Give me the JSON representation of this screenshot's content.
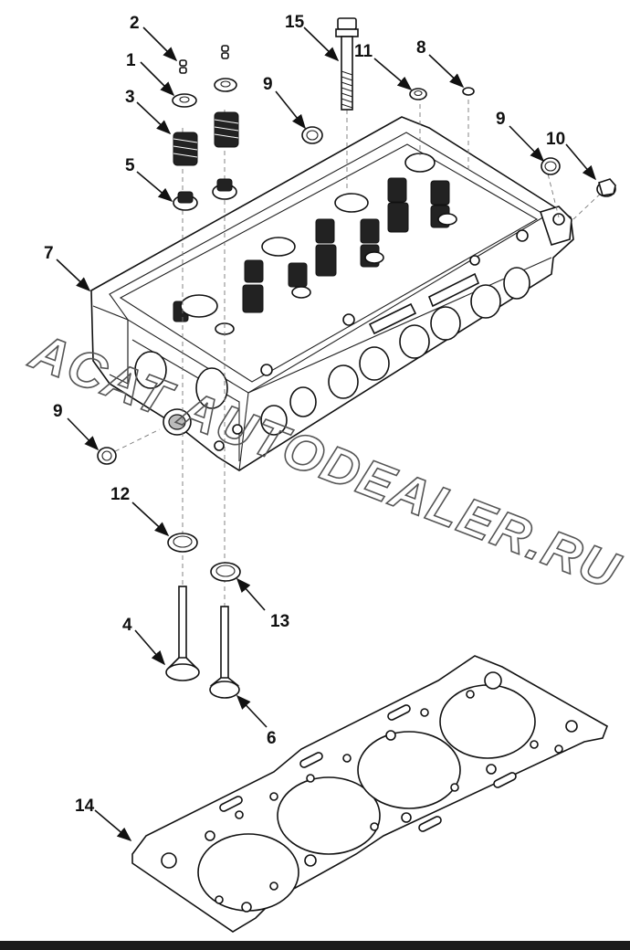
{
  "diagram": {
    "callouts": [
      {
        "id": "c1",
        "label": "1"
      },
      {
        "id": "c2",
        "label": "2"
      },
      {
        "id": "c3",
        "label": "3"
      },
      {
        "id": "c4",
        "label": "4"
      },
      {
        "id": "c5",
        "label": "5"
      },
      {
        "id": "c6",
        "label": "6"
      },
      {
        "id": "c7",
        "label": "7"
      },
      {
        "id": "c8",
        "label": "8"
      },
      {
        "id": "c9a",
        "label": "9"
      },
      {
        "id": "c9b",
        "label": "9"
      },
      {
        "id": "c9c",
        "label": "9"
      },
      {
        "id": "c10",
        "label": "10"
      },
      {
        "id": "c11",
        "label": "11"
      },
      {
        "id": "c12",
        "label": "12"
      },
      {
        "id": "c13",
        "label": "13"
      },
      {
        "id": "c14",
        "label": "14"
      },
      {
        "id": "c15",
        "label": "15"
      }
    ],
    "watermark": "ACAT AUTODEALER.RU"
  },
  "colors": {
    "line": "#111111",
    "background": "#ffffff",
    "watermark": "#555555"
  }
}
